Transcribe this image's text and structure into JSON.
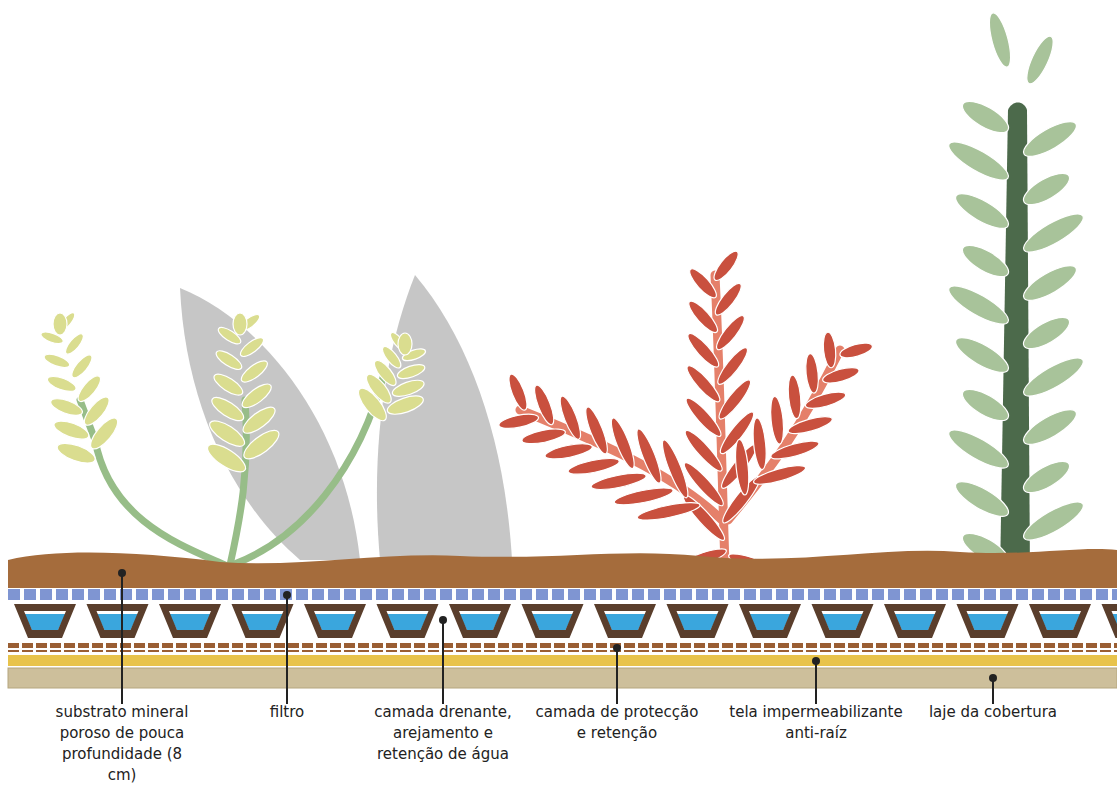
{
  "diagram": {
    "labels": [
      "substrato mineral poroso de pouca profundidade (8 cm)",
      "filtro",
      "camada drenante, arejamento e retenção de água",
      "camada de protecção e retenção",
      "tela impermeabilizante anti-raíz",
      "laje da cobertura"
    ]
  }
}
